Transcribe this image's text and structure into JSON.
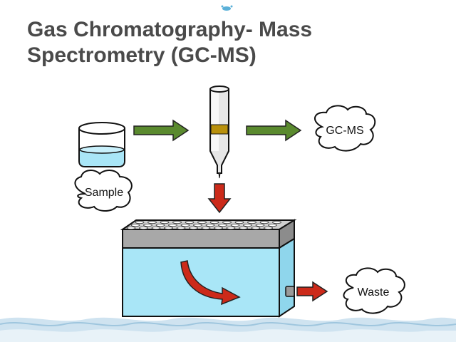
{
  "slide": {
    "title_line1": "Gas Chromatography- Mass",
    "title_line2": "Spectrometry (GC-MS)"
  },
  "diagram": {
    "labels": {
      "sample": "Sample",
      "gcms": "GC-MS",
      "waste": "Waste"
    },
    "colors": {
      "title_text": "#4a4a4a",
      "flow_arrow": "#5a8a2e",
      "down_arrow": "#cc2a1a",
      "liquid": "#a9e6f7",
      "tank_top": "#a8a8a8",
      "sorbent_band": "#b8900c",
      "wave": "#9fc6de"
    },
    "icons": [
      "beaker-icon",
      "syringe-cartridge-icon",
      "vacuum-manifold-icon",
      "curved-flow-arrow-icon",
      "water-waves-decoration"
    ]
  }
}
